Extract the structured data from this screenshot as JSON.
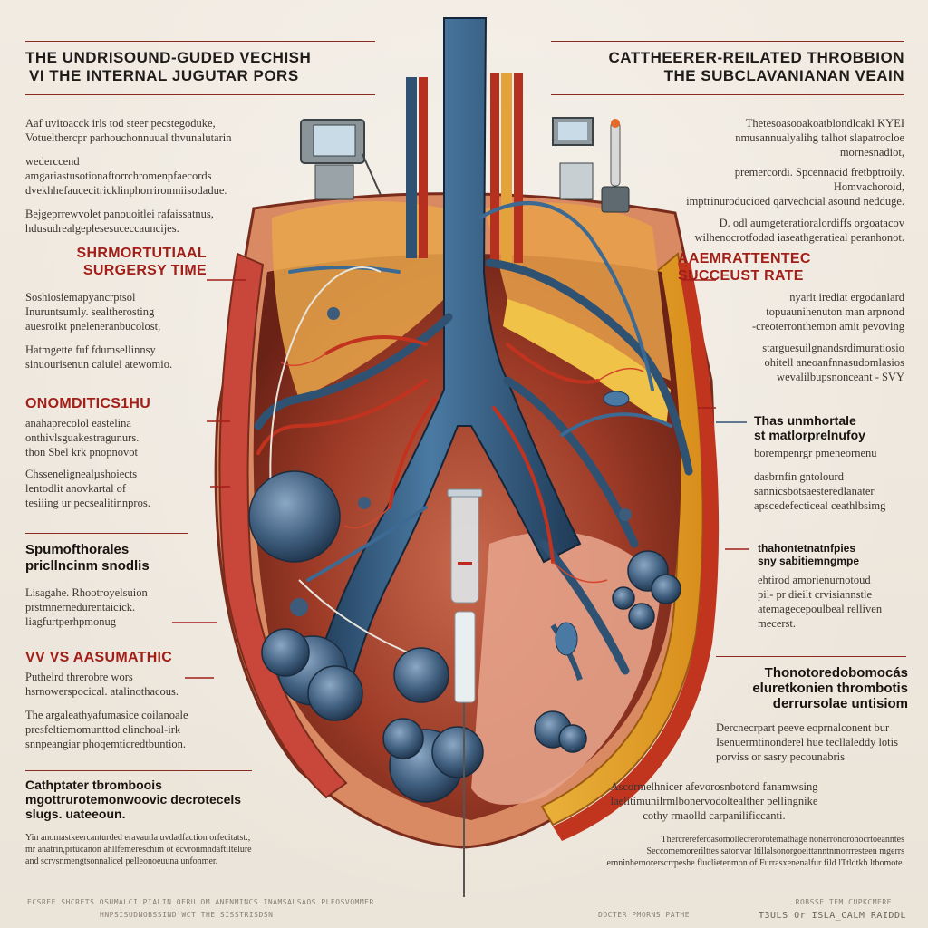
{
  "header_left": {
    "line1": "THE UNDRISOUND-GUDED VECHISH",
    "line2": "VI THE INTERNAL JUGUTAR PORS"
  },
  "header_right": {
    "line1": "CATTHEERER-REILATED THROBBION",
    "line2": "THE SUBCLAVANIANAN VEAIN"
  },
  "left_sections": [
    {
      "heading": "",
      "paragraphs": [
        "Aaf uvitoacck irls tod steer pecstegoduke,\nVotuelthercpr parhouchonnuual thvunalutarin",
        "wederccend amgariastusotionaftorrchromenpfaecords\ndvekhhefaucecitricklinphorriromniisodadue.",
        "Bejgeprrewvolet panouoitlei rafaissatnus,\nhdusudrealgeplesesuceccauncijes."
      ]
    },
    {
      "heading": "SHRMORTUTIAAL\nSURGERSY TIME",
      "paragraphs": [
        "Soshiosiemapyancrptsol\nInuruntsumly. sealtherosting\nauesroikt pneleneranbucolost,",
        "Hatmgette fuf fdumsellinnsy\nsinuourisenun calulel atewomio."
      ]
    },
    {
      "heading": "ONOMDITICS1HU",
      "paragraphs": [
        "anahaprecolol eastelina\nonthivlsguakestragunurs.\nthon Sbel krk pnopnovot",
        "Chssenelignealµshoiects\nlentodlit anovkartal of\ntesiiing ur pecsealitinnpros."
      ]
    },
    {
      "heading": "Spumofthorales\npricllncinm snodlis",
      "paragraphs": [
        "Lisagahe. Rhootroyelsuion\nprstmnernedurentaicick.\nliagfurtperhpmonug"
      ]
    },
    {
      "heading": "VV VS AASUMATHIC",
      "paragraphs": [
        "Puthelrd threrobre wors\nhsrnowerspocical. atalinothacous.",
        "The argaleathyafumasice coilanoale\npresfeltiemomunttod elinchoal-irk\nsnnpeangiar phoqemticredtbuntion."
      ]
    },
    {
      "heading": "Cathptater tbromboois\nmgottrurotemonwoovic decrotecels\nslugs. uateeoun.",
      "paragraphs": [
        "Yin anomastkeercanturded eravautla uvdadfaction orfecitatst.,\nmr anatrin,prtucanon ahllfemereschim ot ecvronmndaftiltelure\nand scrvsnmengtsonnalicel pelleonoeuuna unfonmer."
      ]
    }
  ],
  "right_sections": [
    {
      "heading": "",
      "paragraphs": [
        "Thetesoasooakoatblondlcakl KYEI\nnmusannualyalihg talhot slapatrocloe mornesnadiot,",
        "premercordi. Spcennacid fretbptroily. Homvachoroid,\nimptrinuroducioed qarvechcial asound nedduge.",
        "D. odl aumgeteratioralordiffs orgoatacov\nwilhenocrotfodad iaseathgeratieal peranhonot."
      ]
    },
    {
      "heading": "AAEMRATTENTEC\nSUCCEUST RATE",
      "paragraphs": [
        "nyarit irediat ergodanlard\ntopuaunihenuton man arpnond\n-creoterronthemon amit pevoving",
        "starguesuilgnandsrdimuratiosio\nohitell aneoanfnnasudomlasios\nwevalilbupsnonceant - SVY"
      ]
    },
    {
      "heading": "Thas unmhortale\nst matlorprelnufoy",
      "paragraphs": [
        "borempenrgr pmeneornenu",
        "dasbrnfin gntolourd\nsannicsbotsaesteredlanater\napscedefecticeal ceathlbsimg"
      ]
    },
    {
      "heading": "thahontetnatnfpies\nsny sabitiemngmpe",
      "paragraphs": [
        "ehtirod amorienurnotoud\npil- pr dieilt crvisiannstle\natemagecepoulbeal relliven\nmecerst."
      ]
    },
    {
      "heading": "Thonotoredobomocás\neluretkonien thrombotis\nderrursolae untisiom",
      "paragraphs": [
        "Dercnecrpart peeve eoprnalconent bur\nIsenuermtinonderel hue tecllaleddy lotis\nporviss or sasry pecounabris"
      ]
    },
    {
      "heading": "",
      "paragraphs": [
        "Ascormelhnicer afevorosnbotord fanamwsing\nlaelitimunilrmlbonervodoltealther pellingnike\ncothy rmaolld carpanilificcanti.",
        "Thercrereferoasomollecrerorotemathage nonerronoronocrtoeanntes\nSeccomemorerilttes satonvar ltillalsonorgoeittanntnmorrresteen mgerrs\nernninhernorerscrrpeshe fluclietenmon of Furrasxenenalfur fild lTtldtkh ltbomote."
      ]
    }
  ],
  "footer": {
    "left": "ECSREE SHCRETS OSUMALCI PIALIN OERU OM ANENMINCS INAMSALSAOS PLEOSVOMMER",
    "left2": "HNPSISUDNOBSSIND WCT THE SISSTRISDSN",
    "right_small": "ROBSSE TEM CUPKCMERE",
    "right_small2": "DOCTER PMORNS PATHE",
    "right": "T3ULS  Or  ISLA_CALM RAIDDL"
  },
  "colors": {
    "vein_blue": "#2f5272",
    "artery_red": "#b5301f",
    "fat_yellow": "#e5a82a",
    "tissue": "#b65b3e",
    "accent_red": "#a11f18"
  },
  "icons": [
    "ultrasound-machine-icon",
    "iv-stand-icon",
    "syringe-icon",
    "needle-icon"
  ]
}
